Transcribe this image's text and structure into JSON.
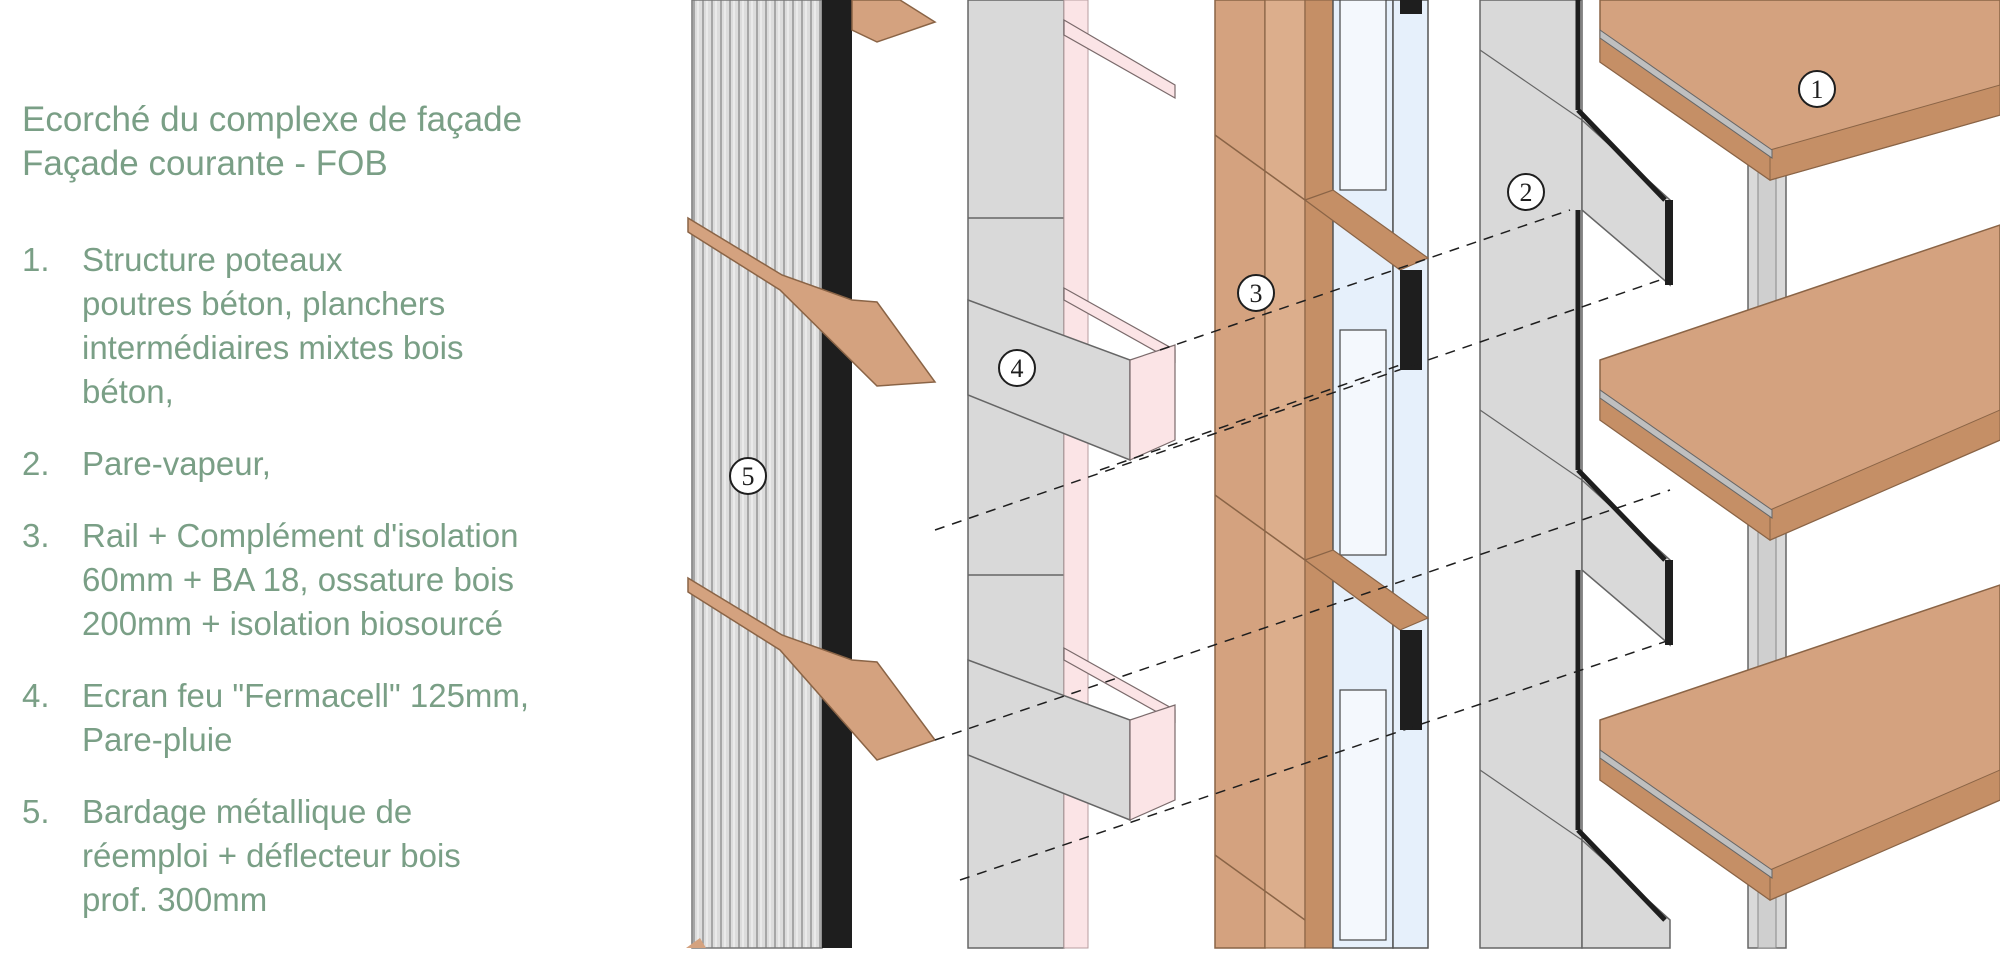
{
  "title": "Ecorché du complexe de façade\nFaçade courante - FOB",
  "legend": [
    {
      "num": "1.",
      "text": "Structure poteaux\npoutres béton, planchers\nintermédiaires mixtes bois\nbéton,"
    },
    {
      "num": "2.",
      "text": "Pare-vapeur,"
    },
    {
      "num": "3.",
      "text": "Rail + Complément d'isolation\n60mm + BA 18, ossature bois\n200mm + isolation biosourcé"
    },
    {
      "num": "4.",
      "text": "Ecran feu \"Fermacell\" 125mm,\nPare-pluie"
    },
    {
      "num": "5.",
      "text": "Bardage métallique de\nréemploi + déflecteur bois\nprof. 300mm"
    }
  ],
  "callouts": [
    "1",
    "2",
    "3",
    "4",
    "5"
  ],
  "colors": {
    "text": "#7a9f86",
    "wood": "#d4a27f",
    "wood_dark": "#c58f66",
    "grey": "#d9d9d9",
    "grey_dark": "#bfbfbf",
    "pink": "#fbe4e6",
    "glass": "#e6f0fb",
    "black": "#1e1e1e"
  }
}
